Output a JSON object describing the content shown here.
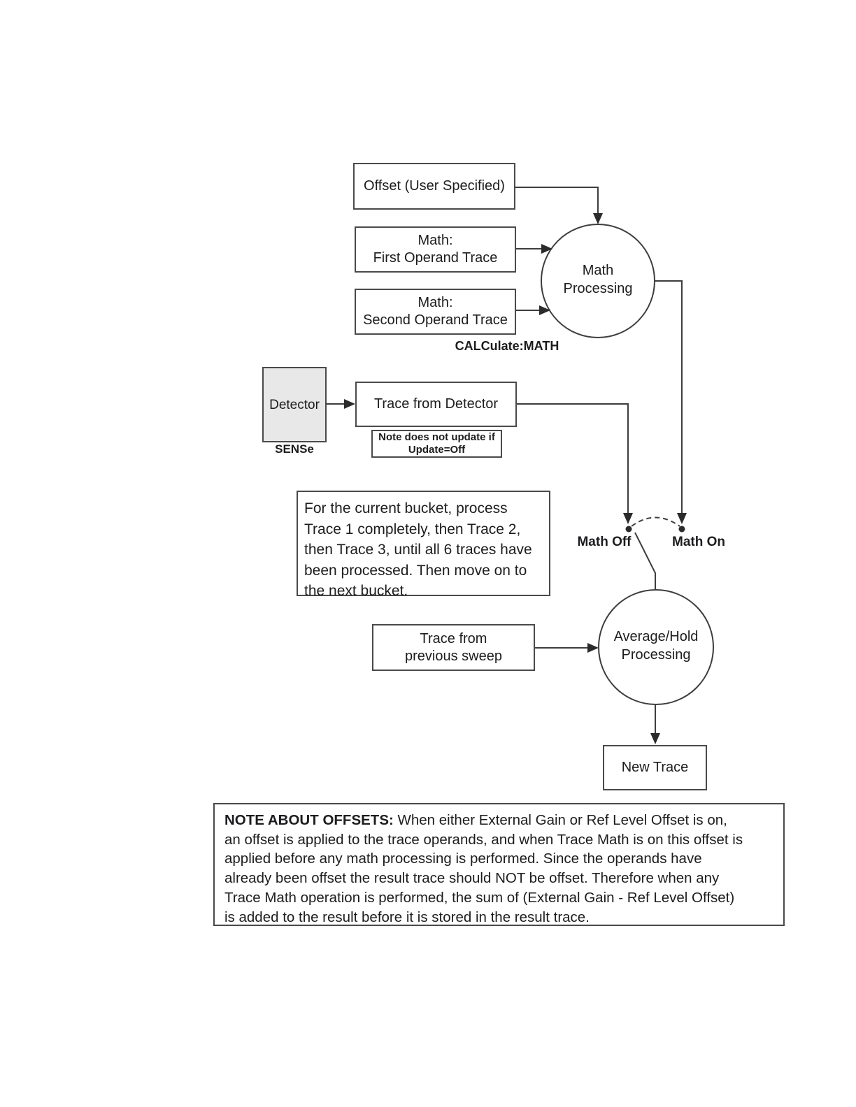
{
  "diagram": {
    "offset_box": {
      "label": "Offset (User Specified)"
    },
    "math_first_box": {
      "line1": "Math:",
      "line2": "First Operand Trace"
    },
    "math_second_box": {
      "line1": "Math:",
      "line2": "Second Operand Trace"
    },
    "calculate_math_label": "CALCulate:MATH",
    "math_processing_circle": {
      "line1": "Math",
      "line2": "Processing"
    },
    "detector_box": {
      "label": "Detector"
    },
    "sense_label": "SENSe",
    "trace_from_detector_box": {
      "label": "Trace from Detector"
    },
    "update_note_box": {
      "line1": "Note does not update if",
      "line2": "Update=Off"
    },
    "bucket_note_box": {
      "lines": [
        "For the current bucket, process",
        "Trace 1 completely, then Trace 2,",
        "then Trace 3, until all 6 traces have",
        "been processed.  Then move on to",
        "the next bucket."
      ]
    },
    "switch": {
      "off_label": "Math Off",
      "on_label": "Math On"
    },
    "trace_prev_box": {
      "line1": "Trace from",
      "line2": "previous sweep"
    },
    "avg_hold_circle": {
      "line1": "Average/Hold",
      "line2": "Processing"
    },
    "new_trace_box": {
      "label": "New Trace"
    },
    "offsets_note_box": {
      "title": "NOTE ABOUT OFFSETS:",
      "line1_rest": " When either External Gain or Ref Level Offset is on,",
      "lines": [
        "an offset is applied to the trace operands, and when Trace Math is on this offset is",
        "applied before any math processing is performed. Since the operands have",
        "already been offset the result trace should NOT be offset.  Therefore when any",
        "Trace Math operation is performed, the sum of (External Gain - Ref Level Offset)",
        "is added to the result before it is stored in the result trace."
      ]
    },
    "colors": {
      "line": "#3d3d3d",
      "border": "#4a4a4a",
      "text": "#1d1d1f",
      "detector_fill": "#e8e8e8",
      "background": "#ffffff"
    }
  }
}
